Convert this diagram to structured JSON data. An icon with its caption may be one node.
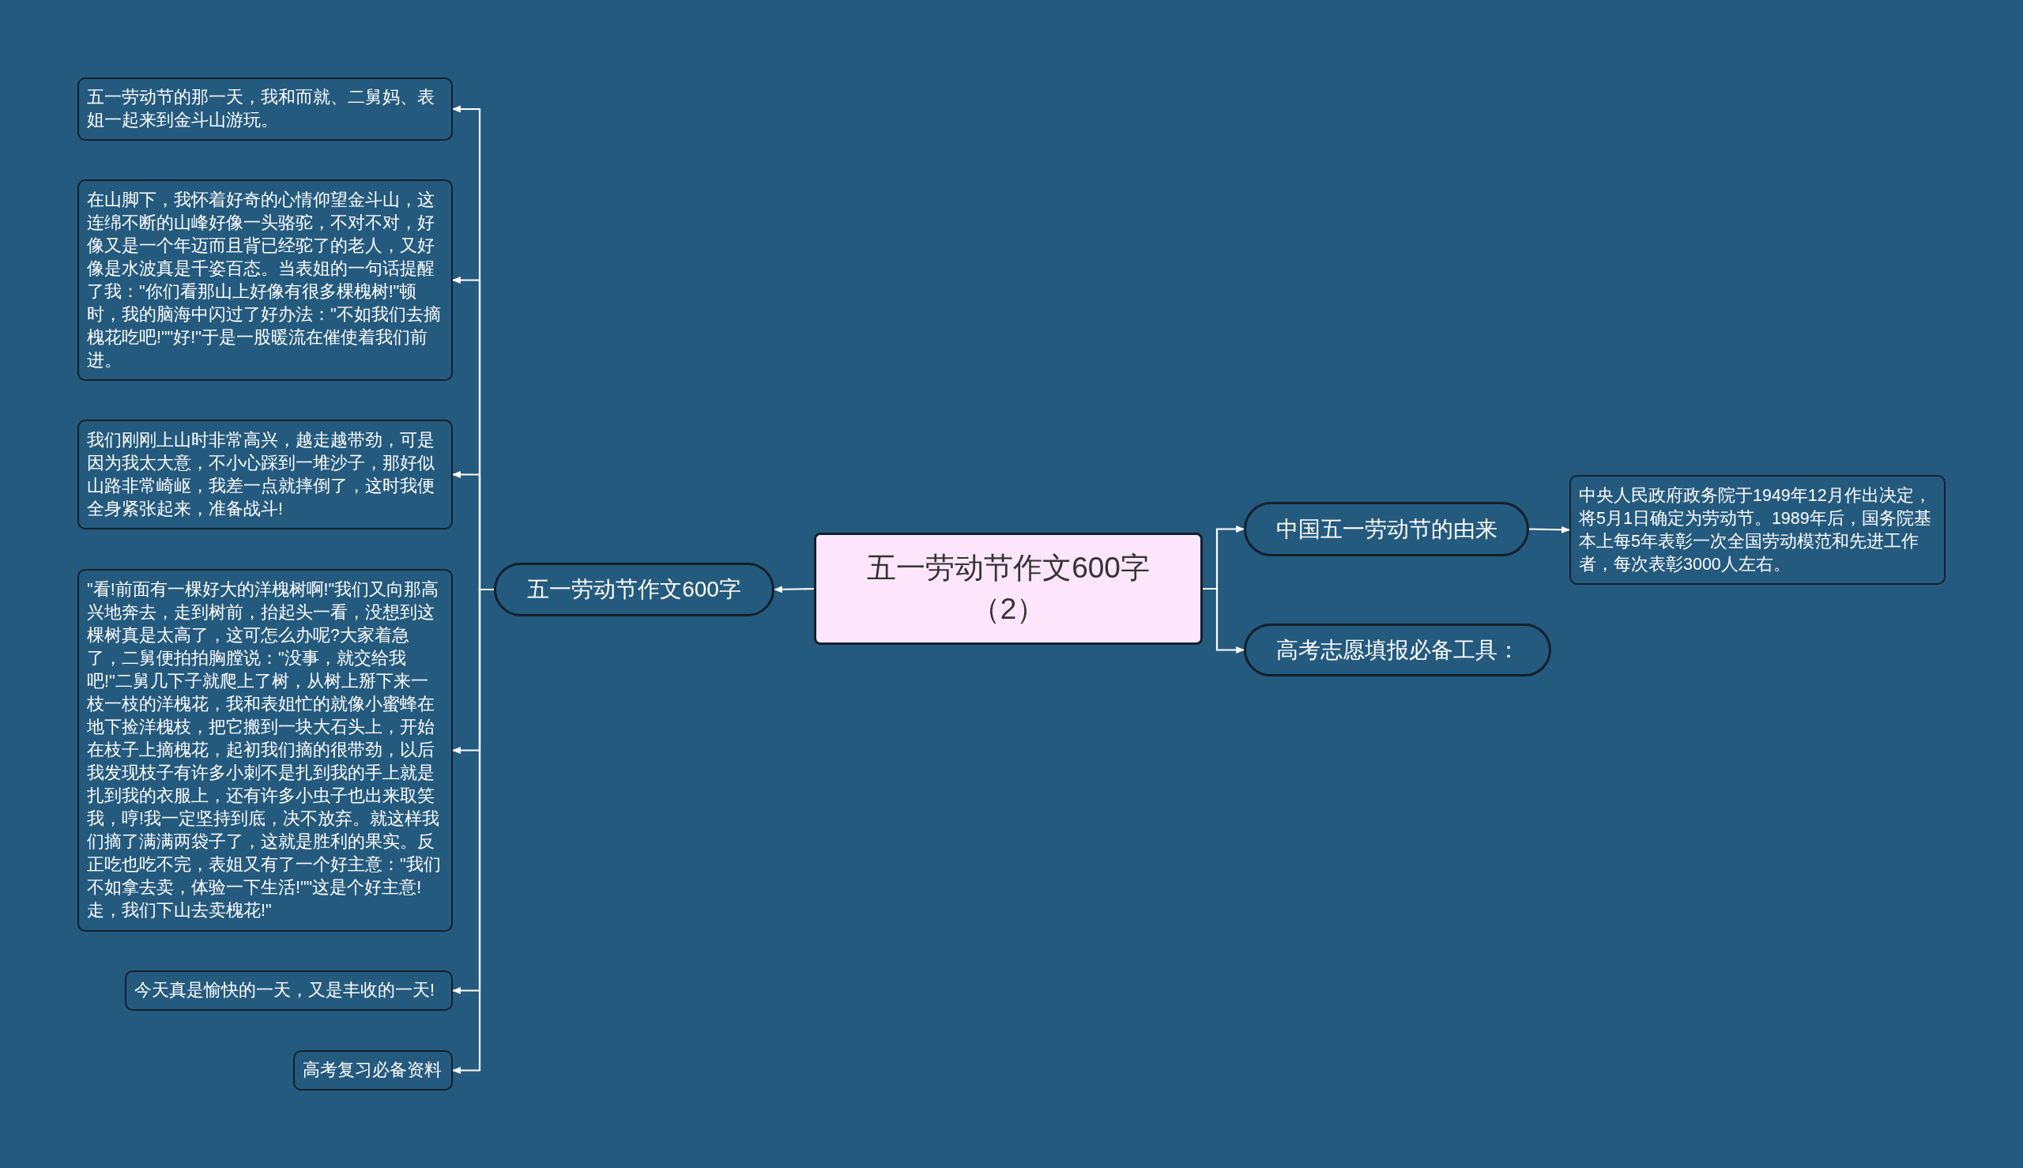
{
  "diagram": {
    "nodes": [
      {
        "text": [
          "五一劳动节作文600字（2）"
        ]
      },
      {
        "text": [
          "五一劳动节作文600字"
        ]
      },
      {
        "text": [
          "五一劳动节的那一天，我和而就、二舅妈、表姐一起来到金斗山游玩。"
        ]
      },
      {
        "text": [
          "在山脚下，我怀着好奇的心情仰望金斗山，这连绵不断的山峰好像一头骆驼，不对不对，好像又是一个年迈而且背已经驼了的老人，又好像是水波真是千姿百态。当表姐的一句话提醒了我：\"你们看那山上好像有很多棵槐树!\"顿时，我的脑海中闪过了好办法：\"不如我们去摘槐花吃吧!\"\"好!\"于是一股暖流在催使着我们前进。"
        ]
      },
      {
        "text": [
          "我们刚刚上山时非常高兴，越走越带劲，可是因为我太大意，不小心踩到一堆沙子，那好似山路非常崎岖，我差一点就摔倒了，这时我便全身紧张起来，准备战斗!"
        ]
      },
      {
        "text": [
          "\"看!前面有一棵好大的洋槐树啊!\"我们又向那高兴地奔去，走到树前，抬起头一看，没想到这棵树真是太高了，这可怎么办呢?大家着急了，二舅便拍拍胸膛说：\"没事，就交给我吧!\"二舅几下子就爬上了树，从树上掰下来一枝一枝的洋槐花，我和表姐忙的就像小蜜蜂在地下捡洋槐枝，把它搬到一块大石头上，开始在枝子上摘槐花，起初我们摘的很带劲，以后我发现枝子有许多小刺不是扎到我的手上就是扎到我的衣服上，还有许多小虫子也出来取笑我，哼!我一定坚持到底，决不放弃。就这样我们摘了满满两袋子了，这就是胜利的果实。反正吃也吃不完，表姐又有了一个好主意：\"我们不如拿去卖，体验一下生活!\"\"这是个好主意!走，我们下山去卖槐花!\""
        ]
      },
      {
        "text": [
          "今天真是愉快的一天，又是丰收的一天!"
        ]
      },
      {
        "text": [
          "高考复习必备资料"
        ]
      },
      {
        "text": [
          "中国五一劳动节的由来"
        ]
      },
      {
        "text": [
          "中央人民政府政务院于1949年12月作出决定，将5月1日确定为劳动节。1989年后，国务院基本上每5年表彰一次全国劳动模范和先进工作者，每次表彰3000人左右。"
        ]
      },
      {
        "text": [
          "高考志愿填报必备工具："
        ]
      }
    ],
    "edges": [
      {
        "from": 0,
        "to": 1,
        "arrow": "to"
      },
      {
        "from": 1,
        "to": 2,
        "arrow": "to"
      },
      {
        "from": 1,
        "to": 3,
        "arrow": "to"
      },
      {
        "from": 1,
        "to": 4,
        "arrow": "to"
      },
      {
        "from": 1,
        "to": 5,
        "arrow": "to"
      },
      {
        "from": 1,
        "to": 6,
        "arrow": "to"
      },
      {
        "from": 1,
        "to": 7,
        "arrow": "to"
      },
      {
        "from": 0,
        "to": 8,
        "arrow": "to"
      },
      {
        "from": 8,
        "to": 9,
        "arrow": "to"
      },
      {
        "from": 0,
        "to": 10,
        "arrow": "to"
      }
    ]
  }
}
